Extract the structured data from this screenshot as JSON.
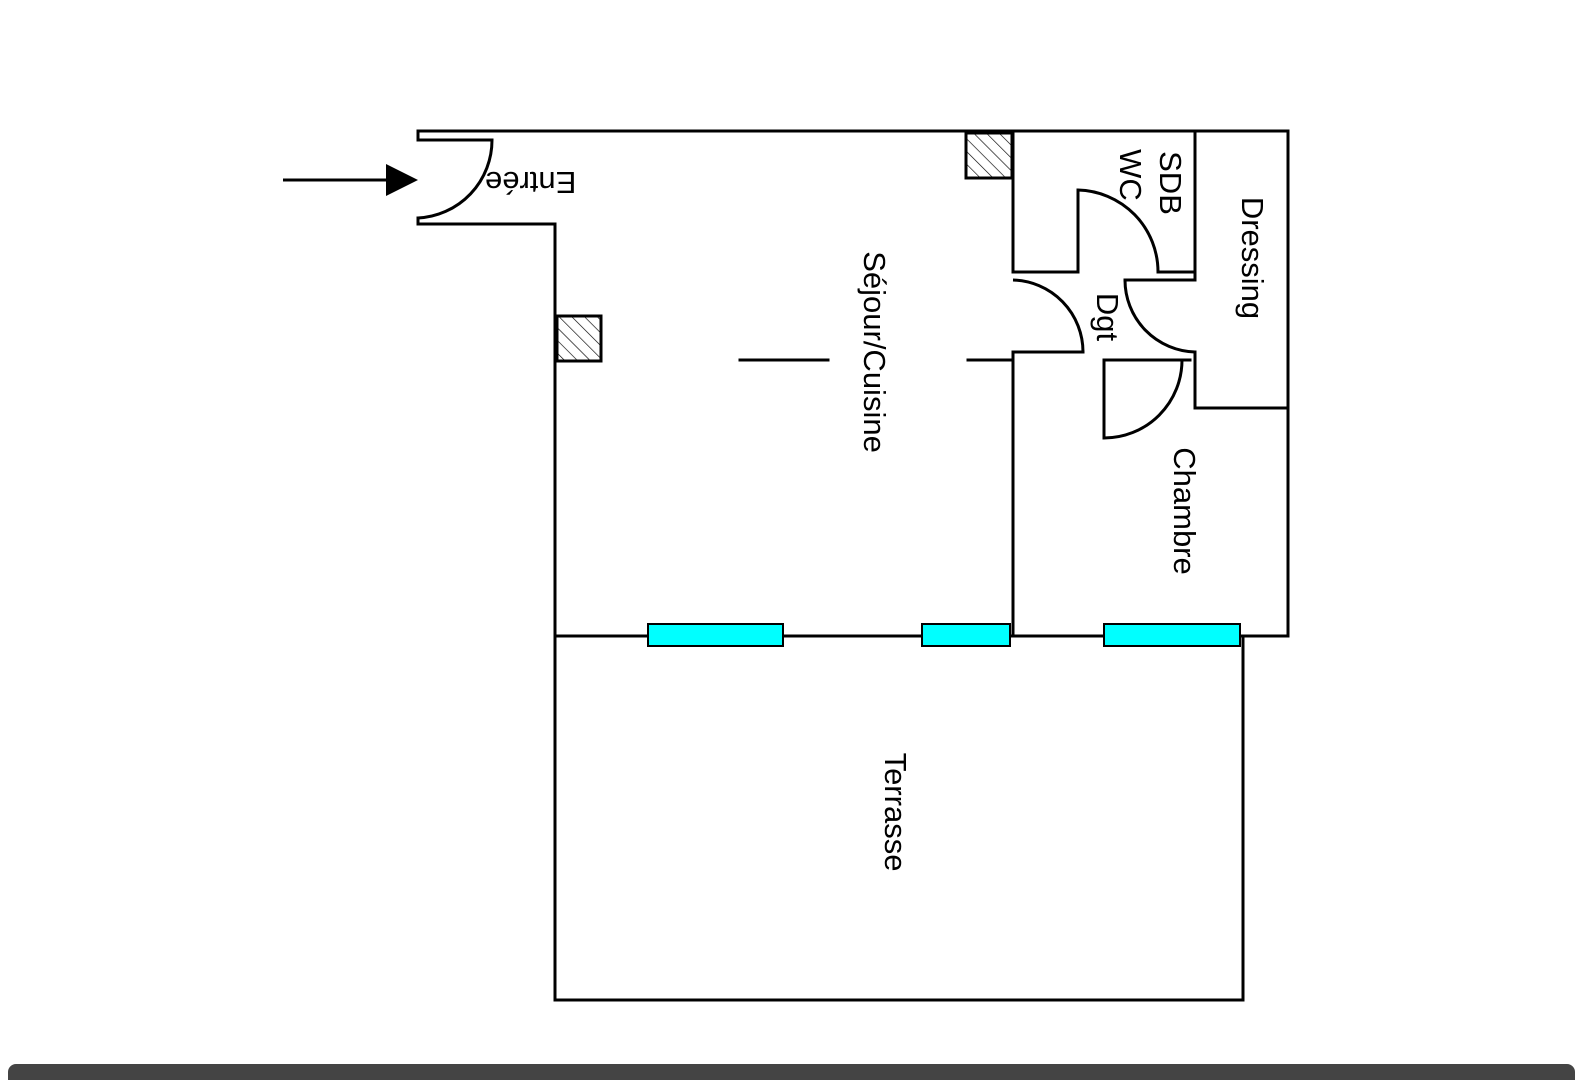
{
  "rooms": {
    "entree": "Entrée",
    "sejour_cuisine": "Séjour/Cuisine",
    "sdb": "SDB",
    "wc": "WC",
    "dressing": "Dressing",
    "dgt": "Dgt",
    "chambre": "Chambre",
    "terrasse": "Terrasse"
  },
  "colors": {
    "wall": "#000000",
    "window": "#00ffff",
    "background": "#ffffff"
  },
  "icons": {
    "entry_arrow": "arrow-right-icon",
    "pillar": "hatched-pillar-icon"
  }
}
